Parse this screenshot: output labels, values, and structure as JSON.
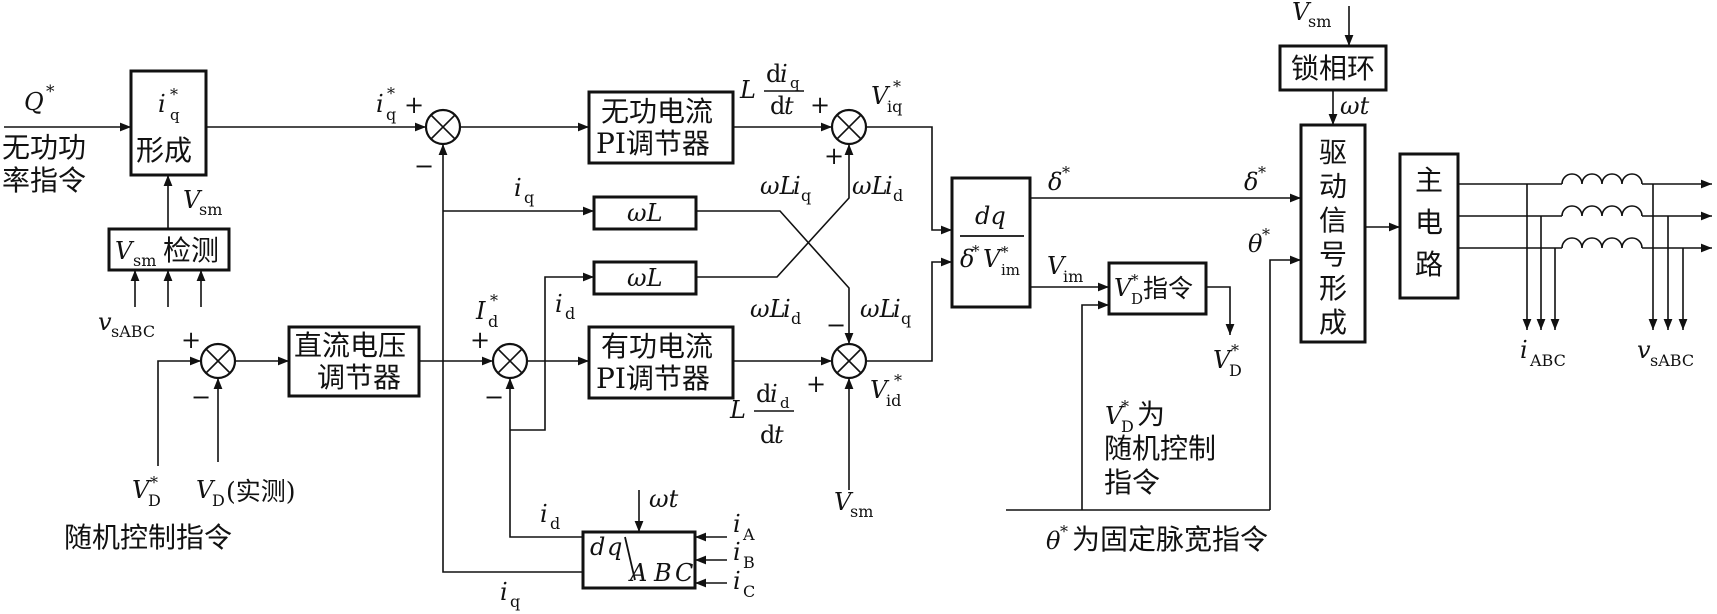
{
  "blocks": {
    "iq_form": [
      "i",
      "q",
      "*",
      "形成"
    ],
    "vsm_det": [
      "V",
      "sm",
      "检测"
    ],
    "dc_reg": [
      "直流电压",
      "调节器"
    ],
    "reactive_pi": [
      "无功电流",
      "PI调节器"
    ],
    "active_pi": [
      "有功电流",
      "PI调节器"
    ],
    "wl": "ωL",
    "dq_div": [
      "dq",
      "δ",
      "*",
      "V",
      "im",
      "*"
    ],
    "vd_cmd": [
      "V",
      "D",
      "*",
      "指令"
    ],
    "pll": "锁相环",
    "drive": [
      "驱",
      "动",
      "信",
      "号",
      "形",
      "成"
    ],
    "main": [
      "主",
      "电",
      "路"
    ],
    "dq_abc": [
      "d",
      "q",
      "A",
      "B",
      "C"
    ]
  },
  "labels": {
    "q_star": [
      "Q",
      "*"
    ],
    "reactive_cmd": [
      "无功功",
      "率指令"
    ],
    "vsm": [
      "V",
      "sm"
    ],
    "vsabc": [
      "v",
      "sABC"
    ],
    "vd_star": [
      "V",
      "D",
      "*"
    ],
    "vd_meas": [
      "V",
      "D",
      "(实测)"
    ],
    "random_cmd": "随机控制指令",
    "iq_star": [
      "i",
      "q",
      "*"
    ],
    "id_star": [
      "I",
      "d",
      "*"
    ],
    "iq": [
      "i",
      "q"
    ],
    "id": [
      "i",
      "d"
    ],
    "L": "L",
    "diq": [
      "d",
      "i",
      "q"
    ],
    "did": [
      "d",
      "i",
      "d"
    ],
    "dt": [
      "d",
      "t"
    ],
    "viq_star": [
      "V",
      "iq",
      "*"
    ],
    "vid_star": [
      "V",
      "id",
      "*"
    ],
    "wLiq": [
      "ωL",
      "i",
      "q"
    ],
    "wLid": [
      "ωL",
      "i",
      "d"
    ],
    "delta_star": [
      "δ",
      "*"
    ],
    "theta_star": [
      "θ",
      "*"
    ],
    "vim": [
      "V",
      "im"
    ],
    "wt": "ωt",
    "iA": [
      "i",
      "A"
    ],
    "iB": [
      "i",
      "B"
    ],
    "iC": [
      "i",
      "C"
    ],
    "iABC": [
      "i",
      "ABC"
    ],
    "vd_random": [
      "V",
      "D",
      "*",
      "为",
      "随机控制",
      "指令"
    ],
    "theta_fixed": [
      "θ",
      "*",
      "为固定脉宽指令"
    ],
    "plus": "+",
    "minus": "−"
  }
}
